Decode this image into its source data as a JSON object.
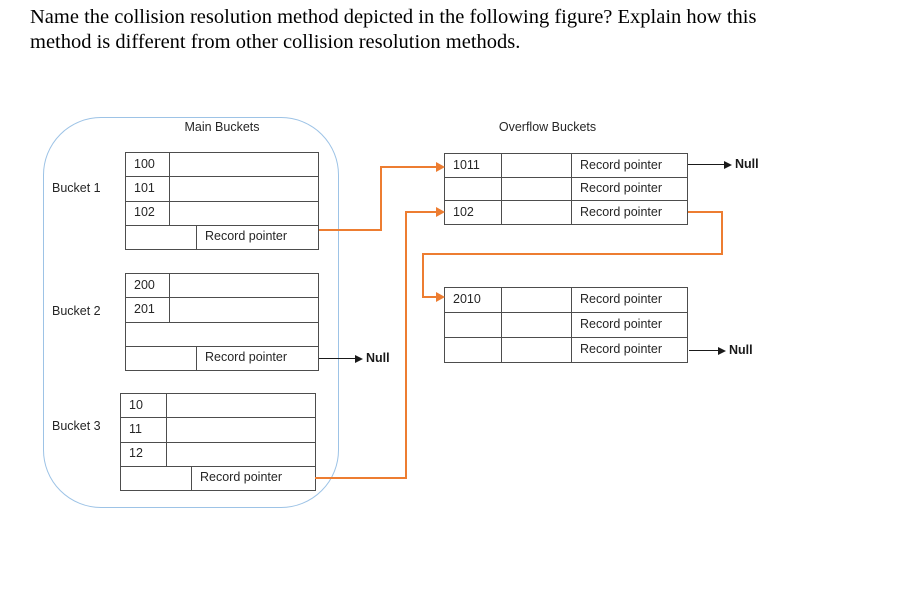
{
  "question": {
    "line1": "Name the collision resolution method depicted in the following figure? Explain how this",
    "line2": "method is different from other collision resolution methods."
  },
  "figure": {
    "main_buckets_label": "Main Buckets",
    "overflow_buckets_label": "Overflow Buckets",
    "record_pointer_label": "Record pointer",
    "null_label": "Null",
    "main_buckets": [
      {
        "label": "Bucket 1",
        "slots": [
          "100",
          "101",
          "102"
        ],
        "pointer": "Record pointer",
        "pointer_target": "overflow bucket 1 row 1"
      },
      {
        "label": "Bucket 2",
        "slots": [
          "200",
          "201",
          ""
        ],
        "pointer": "Record pointer",
        "pointer_target": "Null"
      },
      {
        "label": "Bucket 3",
        "slots": [
          "10",
          "11",
          "12"
        ],
        "pointer": "Record pointer",
        "pointer_target": "overflow bucket 1 row 3"
      }
    ],
    "overflow_buckets": [
      {
        "rows": [
          {
            "key": "1011",
            "pointer": "Record pointer",
            "target": "Null"
          },
          {
            "key": "",
            "pointer": "Record pointer",
            "target": ""
          },
          {
            "key": "102",
            "pointer": "Record pointer",
            "target": "overflow bucket 2 row 1"
          }
        ]
      },
      {
        "rows": [
          {
            "key": "2010",
            "pointer": "Record pointer",
            "target": ""
          },
          {
            "key": "",
            "pointer": "Record pointer",
            "target": ""
          },
          {
            "key": "",
            "pointer": "Record pointer",
            "target": "Null"
          }
        ]
      }
    ],
    "colors": {
      "connector_orange": "#ED7D31",
      "container_border_blue": "#9DC3E6",
      "table_border": "#4D4D4D",
      "text": "#262626"
    }
  }
}
